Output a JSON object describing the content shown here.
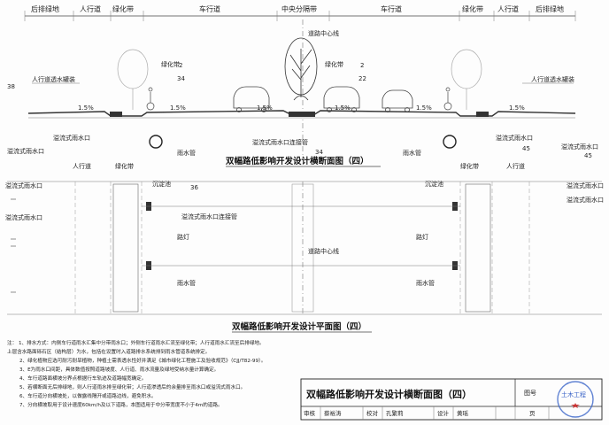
{
  "section_labels": {
    "left_back": "后排绿地",
    "left_walk": "人行道",
    "left_green": "绿化带",
    "left_lane": "车行道",
    "median": "中央分隔带",
    "right_lane": "车行道",
    "right_green": "绿化带",
    "right_walk": "人行道",
    "right_back": "后排绿地"
  },
  "cross_section": {
    "road_center": "道路中心线",
    "green_belt_left": "绿化带",
    "green_belt_right": "绿化带",
    "dim_left_top": "2",
    "dim_left_bottom": "34",
    "dim_right_top": "2",
    "dim_right_bottom": "22",
    "walk_tank_left": "人行道透水罐装",
    "walk_tank_right": "人行道透水罐装",
    "left_elev": "38",
    "slope1": "1.5%",
    "slope2": "1.5%",
    "slope3": "1.5%",
    "slope4": "1.5%",
    "slope5": "1.5%",
    "slope6": "1.5%",
    "overflow_inlet_l": "溢流式雨水口",
    "overflow_inlet_m": "溢流式雨水口",
    "rain_pipe_left": "雨水管",
    "overflow_inlet_connect": "溢流式雨水口连接管",
    "median_num": "34",
    "rain_pipe_right": "雨水管",
    "overflow_inlet_r": "溢流式雨水口",
    "overflow_inlet_r2": "溢流式雨水口",
    "right_elev": "45",
    "right_num": "45",
    "title": "双幅路低影响开发设计横断面图（四）"
  },
  "plan": {
    "walk_l": "人行道",
    "green_l": "绿化带",
    "green_r": "绿化带",
    "walk_r": "人行道",
    "inlet_tl": "溢流式雨水口",
    "settle_l": "沉淀池",
    "settle_num": "36",
    "settle_r": "沉淀池",
    "inlet_tr": "溢流式雨水口",
    "inlet_l2": "溢流式雨水口",
    "connect": "溢流式雨水口连接管",
    "inlet_r2": "溢流式雨水口",
    "lamp_l": "路灯",
    "center": "道路中心线",
    "lamp_r": "路灯",
    "pipe_l": "雨水管",
    "pipe_r": "雨水管",
    "title": "双幅路低影响开发设计平面图（四）"
  },
  "notes": [
    "注：  1、排水方式：内侧车行道雨水汇集中分带雨水口；外侧车行道雨水汇流至绿化带；人行道雨水汇流至后排绿地。",
    "         上层含水路面砾石区（结构层）为水，包括在设置时入道路排水系统排到雨水管道系统排定。",
    "2、绿化植物应选可耐污耐旱植物，种植土需表透水性好并满足《城市绿化工程施工及验收规范》（CJJ/T82-99）。",
    "3、E为雨水口间距，具体数值按照道路坡度、人行道、雨水流量及绿地受纳水量计算确定。",
    "4、车行道路面横坡分界点根据行车轨迹及道路幅宽确定。",
    "5、若横断面无后排绿地，则人行道雨水排至绿化带；人行道渗透后的余量排至雨水口或溢流式雨水口。",
    "6、车行道分向横坡处，以做露线隔开或道路边线，避免积水。",
    "7、分向横坡取用于设计速度60km/h及以下道路，本图适用于中分带宽度不小于4m的道路。"
  ],
  "title_block": {
    "main_title": "双幅路低影响开发设计横断面图（四）",
    "figure_no_label": "图号",
    "review_label": "审核",
    "reviewer": "蔡裕涛",
    "check_label": "校对",
    "checker": "孔繁莉",
    "design_label": "设计",
    "designer": "黄瑶",
    "page_label": "页",
    "watermark": "土木工程"
  }
}
